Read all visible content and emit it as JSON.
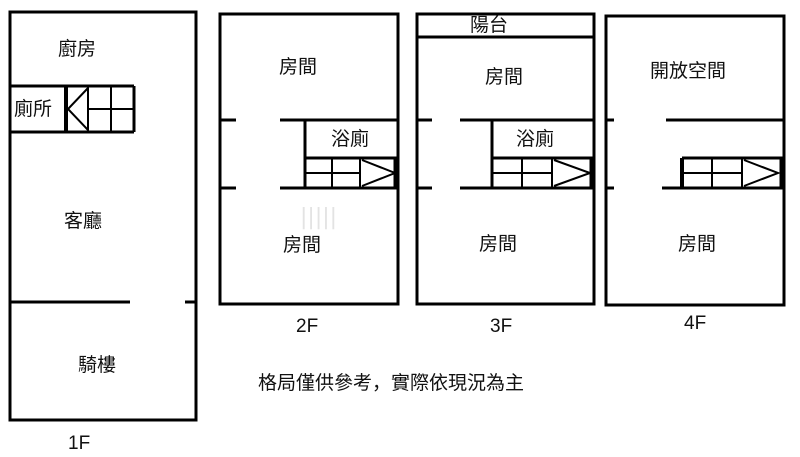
{
  "floors": [
    {
      "id": "1F",
      "label": "1F",
      "rooms": {
        "kitchen": "廚房",
        "toilet": "廁所",
        "living": "客廳",
        "arcade": "騎樓"
      }
    },
    {
      "id": "2F",
      "label": "2F",
      "rooms": {
        "room_top": "房間",
        "bath": "浴廁",
        "room_bottom": "房間"
      }
    },
    {
      "id": "3F",
      "label": "3F",
      "rooms": {
        "balcony": "陽台",
        "room_top": "房間",
        "bath": "浴廁",
        "room_bottom": "房間"
      }
    },
    {
      "id": "4F",
      "label": "4F",
      "rooms": {
        "open_space": "開放空間",
        "room_bottom": "房間"
      }
    }
  ],
  "disclaimer": "格局僅供參考，實際依現況為主"
}
